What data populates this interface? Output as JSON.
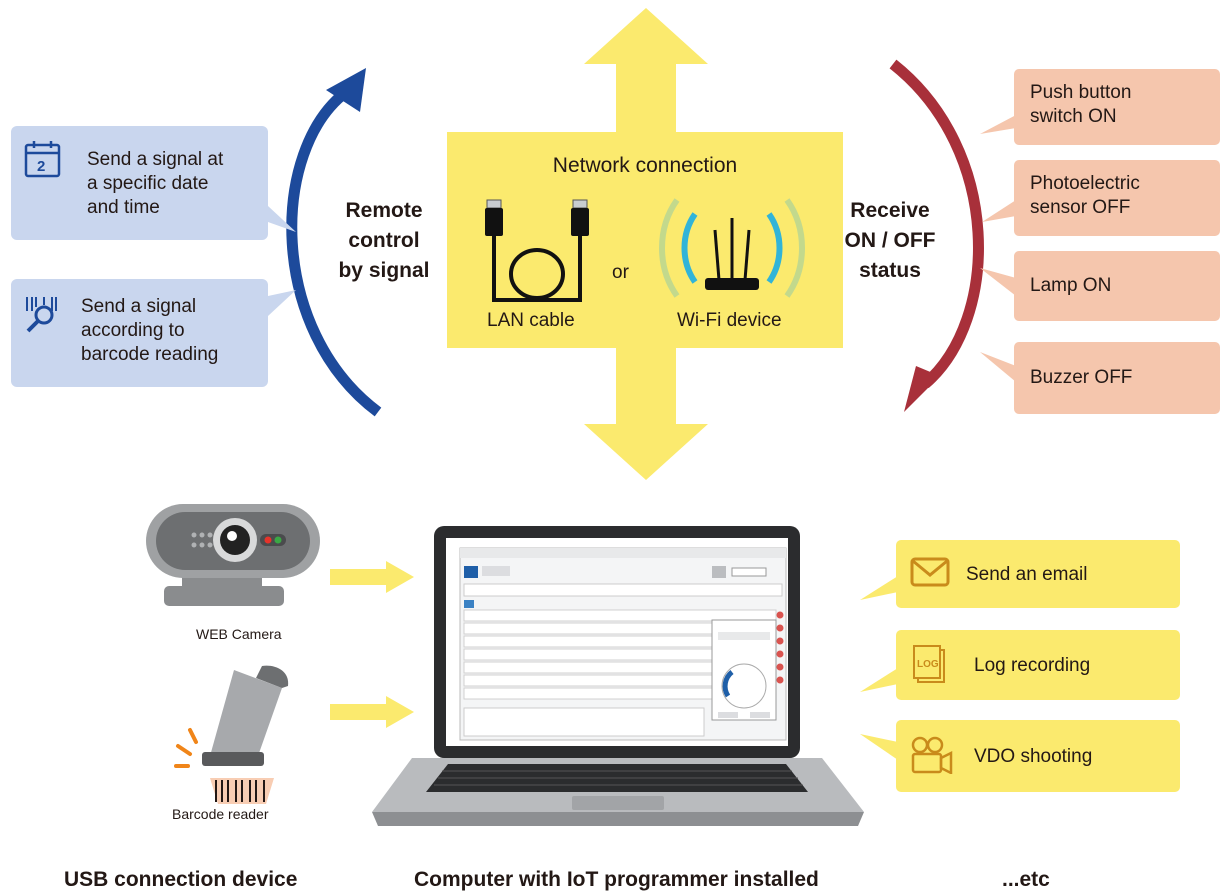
{
  "network": {
    "title": "Network connection",
    "lan_label": "LAN cable",
    "or_label": "or",
    "wifi_label": "Wi-Fi device"
  },
  "left_arrow_label": "Remote\ncontrol\nby signal",
  "right_arrow_label": "Receive\nON / OFF\nstatus",
  "signal_boxes": [
    {
      "text": "Send a signal at\na specific date\nand time",
      "icon": "calendar-icon",
      "icon_text": "2"
    },
    {
      "text": "Send a signal\naccording to\nbarcode reading",
      "icon": "barcode-search-icon"
    }
  ],
  "status_boxes": [
    {
      "text": "Push button\nswitch ON"
    },
    {
      "text": "Photoelectric\nsensor OFF"
    },
    {
      "text": "Lamp ON"
    },
    {
      "text": "Buzzer OFF"
    }
  ],
  "devices": {
    "camera_label": "WEB Camera",
    "reader_label": "Barcode reader"
  },
  "actions": [
    {
      "text": "Send an email",
      "icon": "mail-icon"
    },
    {
      "text": "Log recording",
      "icon": "log-file-icon",
      "icon_text": "LOG"
    },
    {
      "text": "VDO shooting",
      "icon": "video-camera-icon"
    }
  ],
  "bottom": {
    "usb": "USB connection device",
    "computer": "Computer with IoT programmer installed",
    "etc": "...etc"
  },
  "colors": {
    "yellow": "#fbea6e",
    "blue_arrow": "#1d4a9b",
    "red_arrow": "#a8303a",
    "blue_box": "#c9d6ee",
    "salmon_box": "#f5c6ad",
    "teal": "#31b4d8"
  }
}
